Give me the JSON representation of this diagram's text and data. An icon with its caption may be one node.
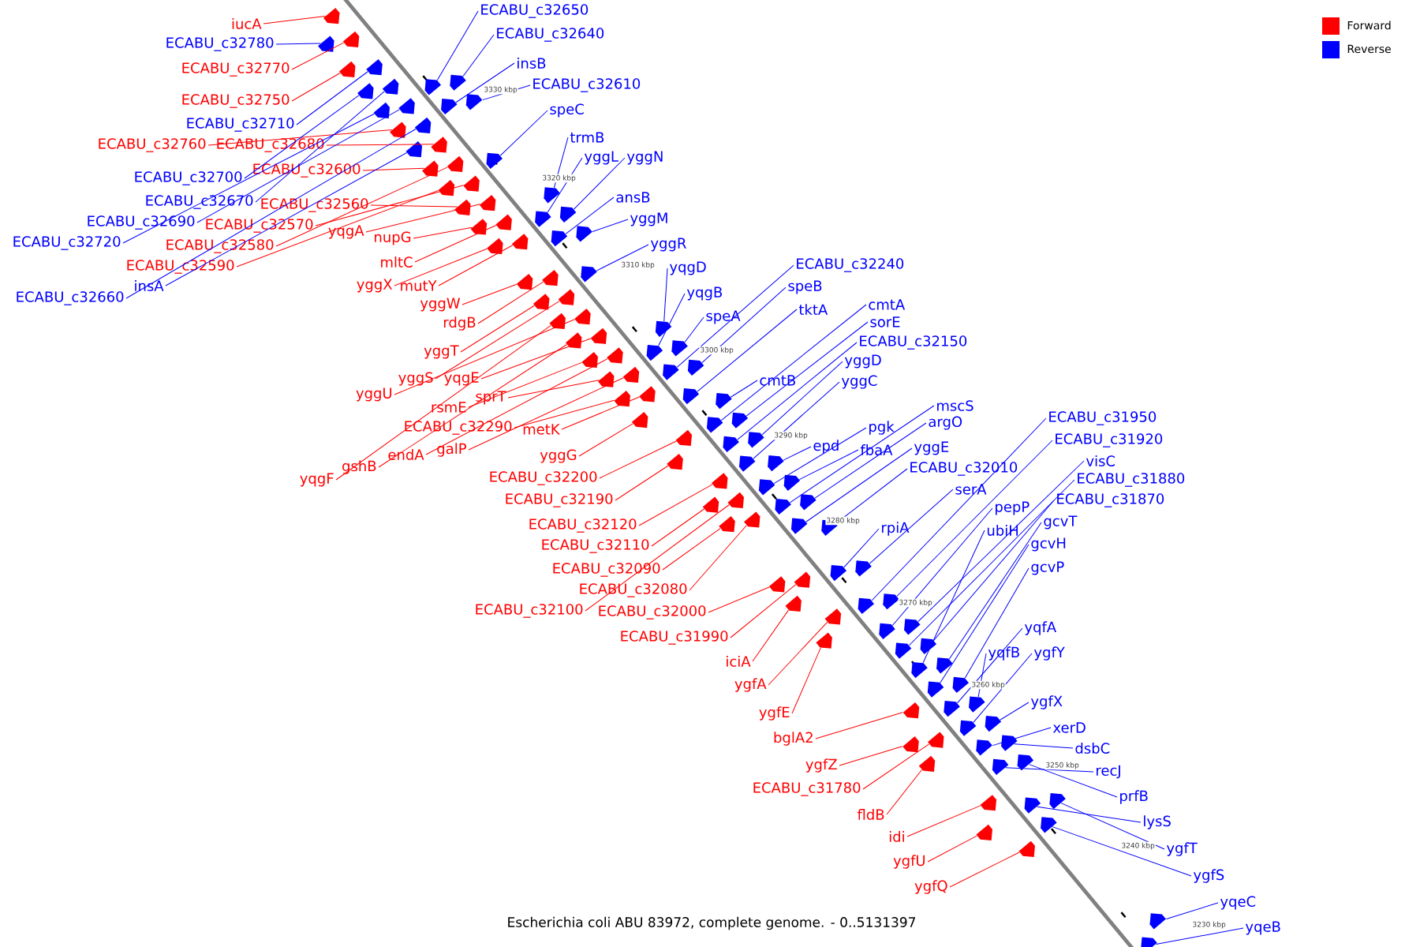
{
  "diagram": {
    "caption": "Escherichia coli ABU 83972, complete genome. - 0..5131397",
    "nodes": [
      {
        "text": [
          "iucA"
        ]
      },
      {
        "text": [
          "ECABU_c32780"
        ]
      },
      {
        "text": [
          "ECABU_c32770"
        ]
      },
      {
        "text": [
          "ECABU_c32750"
        ]
      },
      {
        "text": [
          "ECABU_c32710"
        ]
      },
      {
        "text": [
          "ECABU_c32760"
        ]
      },
      {
        "text": [
          "ECABU_c32680"
        ]
      },
      {
        "text": [
          "ECABU_c32700"
        ]
      },
      {
        "text": [
          "ECABU_c32600"
        ]
      },
      {
        "text": [
          "ECABU_c32670"
        ]
      },
      {
        "text": [
          "ECABU_c32560"
        ]
      },
      {
        "text": [
          "ECABU_c32690"
        ]
      },
      {
        "text": [
          "ECABU_c32570"
        ]
      },
      {
        "text": [
          "yqgA"
        ]
      },
      {
        "text": [
          "nupG"
        ]
      },
      {
        "text": [
          "ECABU_c32720"
        ]
      },
      {
        "text": [
          "ECABU_c32580"
        ]
      },
      {
        "text": [
          "mltC"
        ]
      },
      {
        "text": [
          "ECABU_c32590"
        ]
      },
      {
        "text": [
          "insA"
        ]
      },
      {
        "text": [
          "yggX"
        ]
      },
      {
        "text": [
          "mutY"
        ]
      },
      {
        "text": [
          "ECABU_c32660"
        ]
      },
      {
        "text": [
          "yggW"
        ]
      },
      {
        "text": [
          "rdgB"
        ]
      },
      {
        "text": [
          "yggT"
        ]
      },
      {
        "text": [
          "yggS"
        ]
      },
      {
        "text": [
          "yqgE"
        ]
      },
      {
        "text": [
          "yggU"
        ]
      },
      {
        "text": [
          "rsmE"
        ]
      },
      {
        "text": [
          "sprT"
        ]
      },
      {
        "text": [
          "ECABU_c32290"
        ]
      },
      {
        "text": [
          "metK"
        ]
      },
      {
        "text": [
          "yqgF"
        ]
      },
      {
        "text": [
          "gshB"
        ]
      },
      {
        "text": [
          "endA"
        ]
      },
      {
        "text": [
          "galP"
        ]
      },
      {
        "text": [
          "yggG"
        ]
      },
      {
        "text": [
          "ECABU_c32200"
        ]
      },
      {
        "text": [
          "ECABU_c32190"
        ]
      },
      {
        "text": [
          "ECABU_c32120"
        ]
      },
      {
        "text": [
          "ECABU_c32110"
        ]
      },
      {
        "text": [
          "ECABU_c32090"
        ]
      },
      {
        "text": [
          "ECABU_c32080"
        ]
      },
      {
        "text": [
          "ECABU_c32100"
        ]
      },
      {
        "text": [
          "ECABU_c32000"
        ]
      },
      {
        "text": [
          "ECABU_c31990"
        ]
      },
      {
        "text": [
          "iciA"
        ]
      },
      {
        "text": [
          "ygfA"
        ]
      },
      {
        "text": [
          "ygfE"
        ]
      },
      {
        "text": [
          "bglA2"
        ]
      },
      {
        "text": [
          "ygfZ"
        ]
      },
      {
        "text": [
          "ECABU_c31780"
        ]
      },
      {
        "text": [
          "fldB"
        ]
      },
      {
        "text": [
          "idi"
        ]
      },
      {
        "text": [
          "ygfU"
        ]
      },
      {
        "text": [
          "ygfQ"
        ]
      },
      {
        "text": [
          "ECABU_c32650"
        ]
      },
      {
        "text": [
          "ECABU_c32640"
        ]
      },
      {
        "text": [
          "insB"
        ]
      },
      {
        "text": [
          "ECABU_c32610"
        ]
      },
      {
        "text": [
          "speC"
        ]
      },
      {
        "text": [
          "trmB"
        ]
      },
      {
        "text": [
          "yggL"
        ]
      },
      {
        "text": [
          "yggN"
        ]
      },
      {
        "text": [
          "ansB"
        ]
      },
      {
        "text": [
          "yggM"
        ]
      },
      {
        "text": [
          "yggR"
        ]
      },
      {
        "text": [
          "yqgD"
        ]
      },
      {
        "text": [
          "yqgB"
        ]
      },
      {
        "text": [
          "speA"
        ]
      },
      {
        "text": [
          "ECABU_c32240"
        ]
      },
      {
        "text": [
          "speB"
        ]
      },
      {
        "text": [
          "tktA"
        ]
      },
      {
        "text": [
          "cmtA"
        ]
      },
      {
        "text": [
          "sorE"
        ]
      },
      {
        "text": [
          "ECABU_c32150"
        ]
      },
      {
        "text": [
          "yggD"
        ]
      },
      {
        "text": [
          "yggC"
        ]
      },
      {
        "text": [
          "cmtB"
        ]
      },
      {
        "text": [
          "mscS"
        ]
      },
      {
        "text": [
          "argO"
        ]
      },
      {
        "text": [
          "pgk"
        ]
      },
      {
        "text": [
          "epd"
        ]
      },
      {
        "text": [
          "fbaA"
        ]
      },
      {
        "text": [
          "yggE"
        ]
      },
      {
        "text": [
          "ECABU_c32010"
        ]
      },
      {
        "text": [
          "serA"
        ]
      },
      {
        "text": [
          "rpiA"
        ]
      },
      {
        "text": [
          "ECABU_c31950"
        ]
      },
      {
        "text": [
          "ECABU_c31920"
        ]
      },
      {
        "text": [
          "visC"
        ]
      },
      {
        "text": [
          "ECABU_c31880"
        ]
      },
      {
        "text": [
          "ECABU_c31870"
        ]
      },
      {
        "text": [
          "pepP"
        ]
      },
      {
        "text": [
          "ubiH"
        ]
      },
      {
        "text": [
          "gcvT"
        ]
      },
      {
        "text": [
          "gcvH"
        ]
      },
      {
        "text": [
          "gcvP"
        ]
      },
      {
        "text": [
          "yqfA"
        ]
      },
      {
        "text": [
          "yqfB"
        ]
      },
      {
        "text": [
          "ygfY"
        ]
      },
      {
        "text": [
          "ygfX"
        ]
      },
      {
        "text": [
          "xerD"
        ]
      },
      {
        "text": [
          "dsbC"
        ]
      },
      {
        "text": [
          "recJ"
        ]
      },
      {
        "text": [
          "prfB"
        ]
      },
      {
        "text": [
          "lysS"
        ]
      },
      {
        "text": [
          "ygfT"
        ]
      },
      {
        "text": [
          "ygfS"
        ]
      },
      {
        "text": [
          "yqeC"
        ]
      },
      {
        "text": [
          "yqeB"
        ]
      },
      {
        "text": [],
        "shape": "arrow"
      },
      {
        "text": [],
        "shape": "arrow"
      },
      {
        "text": [],
        "shape": "arrow"
      },
      {
        "text": [],
        "shape": "arrow"
      },
      {
        "text": [],
        "shape": "arrow"
      },
      {
        "text": [],
        "shape": "arrow"
      },
      {
        "text": [],
        "shape": "arrow"
      },
      {
        "text": [],
        "shape": "arrow"
      },
      {
        "text": [],
        "shape": "arrow"
      },
      {
        "text": [],
        "shape": "arrow"
      },
      {
        "text": [],
        "shape": "arrow"
      },
      {
        "text": [],
        "shape": "arrow"
      },
      {
        "text": [],
        "shape": "arrow"
      },
      {
        "text": [],
        "shape": "arrow"
      },
      {
        "text": [],
        "shape": "arrow"
      },
      {
        "text": [],
        "shape": "arrow"
      },
      {
        "text": [],
        "shape": "arrow"
      },
      {
        "text": [],
        "shape": "arrow"
      },
      {
        "text": [],
        "shape": "arrow"
      },
      {
        "text": [],
        "shape": "arrow"
      },
      {
        "text": [],
        "shape": "arrow"
      },
      {
        "text": [],
        "shape": "arrow"
      },
      {
        "text": [],
        "shape": "arrow"
      },
      {
        "text": [],
        "shape": "arrow"
      },
      {
        "text": [],
        "shape": "arrow"
      },
      {
        "text": [],
        "shape": "arrow"
      },
      {
        "text": [],
        "shape": "arrow"
      },
      {
        "text": [],
        "shape": "arrow"
      },
      {
        "text": [],
        "shape": "arrow"
      },
      {
        "text": [],
        "shape": "arrow"
      },
      {
        "text": [],
        "shape": "arrow"
      },
      {
        "text": [],
        "shape": "arrow"
      },
      {
        "text": [],
        "shape": "arrow"
      },
      {
        "text": [],
        "shape": "arrow"
      },
      {
        "text": [],
        "shape": "arrow"
      },
      {
        "text": [],
        "shape": "arrow"
      },
      {
        "text": [],
        "shape": "arrow"
      },
      {
        "text": [],
        "shape": "arrow"
      },
      {
        "text": [],
        "shape": "arrow"
      },
      {
        "text": [],
        "shape": "arrow"
      },
      {
        "text": [],
        "shape": "arrow"
      },
      {
        "text": [],
        "shape": "arrow"
      },
      {
        "text": [],
        "shape": "arrow"
      },
      {
        "text": [],
        "shape": "arrow"
      },
      {
        "text": [],
        "shape": "arrow"
      },
      {
        "text": [],
        "shape": "arrow"
      },
      {
        "text": [],
        "shape": "arrow"
      },
      {
        "text": [],
        "shape": "arrow"
      },
      {
        "text": [],
        "shape": "arrow"
      },
      {
        "text": [],
        "shape": "arrow"
      },
      {
        "text": [],
        "shape": "arrow"
      },
      {
        "text": [],
        "shape": "arrow"
      },
      {
        "text": [],
        "shape": "arrow"
      },
      {
        "text": [],
        "shape": "arrow"
      },
      {
        "text": [],
        "shape": "arrow"
      },
      {
        "text": [],
        "shape": "arrow"
      },
      {
        "text": [],
        "shape": "arrow"
      },
      {
        "text": [],
        "shape": "arrow"
      },
      {
        "text": [],
        "shape": "arrow"
      },
      {
        "text": [],
        "shape": "arrow"
      },
      {
        "text": [],
        "shape": "arrow"
      },
      {
        "text": [],
        "shape": "arrow"
      },
      {
        "text": [],
        "shape": "arrow"
      },
      {
        "text": [],
        "shape": "arrow"
      },
      {
        "text": [],
        "shape": "arrow"
      },
      {
        "text": [],
        "shape": "arrow"
      },
      {
        "text": [],
        "shape": "arrow"
      },
      {
        "text": [],
        "shape": "arrow"
      },
      {
        "text": [],
        "shape": "arrow"
      },
      {
        "text": [],
        "shape": "arrow"
      },
      {
        "text": [],
        "shape": "arrow"
      },
      {
        "text": [],
        "shape": "arrow"
      },
      {
        "text": [],
        "shape": "arrow"
      },
      {
        "text": [],
        "shape": "arrow"
      },
      {
        "text": [],
        "shape": "arrow"
      },
      {
        "text": [],
        "shape": "arrow"
      },
      {
        "text": [],
        "shape": "arrow"
      },
      {
        "text": [],
        "shape": "arrow"
      },
      {
        "text": [],
        "shape": "arrow"
      },
      {
        "text": [],
        "shape": "arrow"
      },
      {
        "text": [],
        "shape": "arrow"
      },
      {
        "text": [],
        "shape": "arrow"
      },
      {
        "text": [],
        "shape": "arrow"
      },
      {
        "text": [],
        "shape": "arrow"
      },
      {
        "text": [],
        "shape": "arrow"
      },
      {
        "text": [],
        "shape": "arrow"
      },
      {
        "text": [],
        "shape": "arrow"
      },
      {
        "text": [],
        "shape": "arrow"
      },
      {
        "text": [],
        "shape": "arrow"
      },
      {
        "text": [],
        "shape": "arrow"
      },
      {
        "text": [],
        "shape": "arrow"
      },
      {
        "text": [],
        "shape": "arrow"
      },
      {
        "text": [],
        "shape": "arrow"
      },
      {
        "text": [],
        "shape": "arrow"
      },
      {
        "text": [],
        "shape": "arrow"
      },
      {
        "text": [],
        "shape": "arrow"
      },
      {
        "text": [],
        "shape": "arrow"
      },
      {
        "text": [],
        "shape": "arrow"
      },
      {
        "text": [],
        "shape": "arrow"
      },
      {
        "text": [],
        "shape": "arrow"
      },
      {
        "text": [],
        "shape": "arrow"
      },
      {
        "text": [],
        "shape": "arrow"
      },
      {
        "text": [],
        "shape": "arrow"
      },
      {
        "text": [],
        "shape": "arrow"
      },
      {
        "text": [],
        "shape": "arrow"
      },
      {
        "text": [],
        "shape": "arrow"
      },
      {
        "text": [],
        "shape": "arrow"
      },
      {
        "text": [],
        "shape": "arrow"
      },
      {
        "text": [],
        "shape": "arrow"
      },
      {
        "text": [],
        "shape": "arrow"
      },
      {
        "text": [],
        "shape": "arrow"
      },
      {
        "text": [],
        "shape": "arrow"
      }
    ],
    "edges": [
      {
        "from": 0,
        "to": 112,
        "arrow": "none",
        "color": "#ff0000"
      },
      {
        "from": 1,
        "to": 113,
        "arrow": "none",
        "color": "#0000ff"
      },
      {
        "from": 2,
        "to": 114,
        "arrow": "none",
        "color": "#ff0000"
      },
      {
        "from": 3,
        "to": 115,
        "arrow": "none",
        "color": "#ff0000"
      },
      {
        "from": 4,
        "to": 116,
        "arrow": "none",
        "color": "#0000ff"
      },
      {
        "from": 5,
        "to": 117,
        "arrow": "none",
        "color": "#ff0000"
      },
      {
        "from": 6,
        "to": 118,
        "arrow": "none",
        "color": "#ff0000"
      },
      {
        "from": 7,
        "to": 119,
        "arrow": "none",
        "color": "#0000ff"
      },
      {
        "from": 8,
        "to": 120,
        "arrow": "none",
        "color": "#ff0000"
      },
      {
        "from": 9,
        "to": 121,
        "arrow": "none",
        "color": "#0000ff"
      },
      {
        "from": 10,
        "to": 122,
        "arrow": "none",
        "color": "#ff0000"
      },
      {
        "from": 11,
        "to": 123,
        "arrow": "none",
        "color": "#0000ff"
      },
      {
        "from": 12,
        "to": 124,
        "arrow": "none",
        "color": "#ff0000"
      },
      {
        "from": 13,
        "to": 125,
        "arrow": "none",
        "color": "#ff0000"
      },
      {
        "from": 14,
        "to": 126,
        "arrow": "none",
        "color": "#ff0000"
      },
      {
        "from": 15,
        "to": 127,
        "arrow": "none",
        "color": "#0000ff"
      },
      {
        "from": 16,
        "to": 128,
        "arrow": "none",
        "color": "#ff0000"
      },
      {
        "from": 17,
        "to": 129,
        "arrow": "none",
        "color": "#ff0000"
      },
      {
        "from": 18,
        "to": 130,
        "arrow": "none",
        "color": "#ff0000"
      },
      {
        "from": 19,
        "to": 131,
        "arrow": "none",
        "color": "#0000ff"
      },
      {
        "from": 20,
        "to": 132,
        "arrow": "none",
        "color": "#ff0000"
      },
      {
        "from": 21,
        "to": 133,
        "arrow": "none",
        "color": "#ff0000"
      },
      {
        "from": 22,
        "to": 134,
        "arrow": "none",
        "color": "#0000ff"
      },
      {
        "from": 23,
        "to": 135,
        "arrow": "none",
        "color": "#ff0000"
      },
      {
        "from": 24,
        "to": 136,
        "arrow": "none",
        "color": "#ff0000"
      },
      {
        "from": 25,
        "to": 137,
        "arrow": "none",
        "color": "#ff0000"
      },
      {
        "from": 26,
        "to": 138,
        "arrow": "none",
        "color": "#ff0000"
      },
      {
        "from": 27,
        "to": 139,
        "arrow": "none",
        "color": "#ff0000"
      },
      {
        "from": 28,
        "to": 140,
        "arrow": "none",
        "color": "#ff0000"
      },
      {
        "from": 29,
        "to": 141,
        "arrow": "none",
        "color": "#ff0000"
      },
      {
        "from": 30,
        "to": 142,
        "arrow": "none",
        "color": "#ff0000"
      },
      {
        "from": 31,
        "to": 143,
        "arrow": "none",
        "color": "#ff0000"
      },
      {
        "from": 32,
        "to": 144,
        "arrow": "none",
        "color": "#ff0000"
      },
      {
        "from": 33,
        "to": 145,
        "arrow": "none",
        "color": "#ff0000"
      },
      {
        "from": 34,
        "to": 146,
        "arrow": "none",
        "color": "#ff0000"
      },
      {
        "from": 35,
        "to": 147,
        "arrow": "none",
        "color": "#ff0000"
      },
      {
        "from": 36,
        "to": 148,
        "arrow": "none",
        "color": "#ff0000"
      },
      {
        "from": 37,
        "to": 149,
        "arrow": "none",
        "color": "#ff0000"
      },
      {
        "from": 38,
        "to": 150,
        "arrow": "none",
        "color": "#ff0000"
      },
      {
        "from": 39,
        "to": 151,
        "arrow": "none",
        "color": "#ff0000"
      },
      {
        "from": 40,
        "to": 152,
        "arrow": "none",
        "color": "#ff0000"
      },
      {
        "from": 41,
        "to": 153,
        "arrow": "none",
        "color": "#ff0000"
      },
      {
        "from": 42,
        "to": 154,
        "arrow": "none",
        "color": "#ff0000"
      },
      {
        "from": 43,
        "to": 155,
        "arrow": "none",
        "color": "#ff0000"
      },
      {
        "from": 44,
        "to": 156,
        "arrow": "none",
        "color": "#ff0000"
      },
      {
        "from": 45,
        "to": 157,
        "arrow": "none",
        "color": "#ff0000"
      },
      {
        "from": 46,
        "to": 158,
        "arrow": "none",
        "color": "#ff0000"
      },
      {
        "from": 47,
        "to": 159,
        "arrow": "none",
        "color": "#ff0000"
      },
      {
        "from": 48,
        "to": 160,
        "arrow": "none",
        "color": "#ff0000"
      },
      {
        "from": 49,
        "to": 161,
        "arrow": "none",
        "color": "#ff0000"
      },
      {
        "from": 50,
        "to": 162,
        "arrow": "none",
        "color": "#ff0000"
      },
      {
        "from": 51,
        "to": 163,
        "arrow": "none",
        "color": "#ff0000"
      },
      {
        "from": 52,
        "to": 164,
        "arrow": "none",
        "color": "#ff0000"
      },
      {
        "from": 53,
        "to": 165,
        "arrow": "none",
        "color": "#ff0000"
      },
      {
        "from": 54,
        "to": 166,
        "arrow": "none",
        "color": "#ff0000"
      },
      {
        "from": 55,
        "to": 167,
        "arrow": "none",
        "color": "#ff0000"
      },
      {
        "from": 56,
        "to": 168,
        "arrow": "none",
        "color": "#ff0000"
      },
      {
        "from": 57,
        "to": 169,
        "arrow": "none",
        "color": "#0000ff"
      },
      {
        "from": 58,
        "to": 170,
        "arrow": "none",
        "color": "#0000ff"
      },
      {
        "from": 59,
        "to": 171,
        "arrow": "none",
        "color": "#0000ff"
      },
      {
        "from": 60,
        "to": 172,
        "arrow": "none",
        "color": "#0000ff"
      },
      {
        "from": 61,
        "to": 173,
        "arrow": "none",
        "color": "#0000ff"
      },
      {
        "from": 62,
        "to": 174,
        "arrow": "none",
        "color": "#0000ff"
      },
      {
        "from": 63,
        "to": 175,
        "arrow": "none",
        "color": "#0000ff"
      },
      {
        "from": 64,
        "to": 176,
        "arrow": "none",
        "color": "#0000ff"
      },
      {
        "from": 65,
        "to": 177,
        "arrow": "none",
        "color": "#0000ff"
      },
      {
        "from": 66,
        "to": 178,
        "arrow": "none",
        "color": "#0000ff"
      },
      {
        "from": 67,
        "to": 179,
        "arrow": "none",
        "color": "#0000ff"
      },
      {
        "from": 68,
        "to": 180,
        "arrow": "none",
        "color": "#0000ff"
      },
      {
        "from": 69,
        "to": 181,
        "arrow": "none",
        "color": "#0000ff"
      },
      {
        "from": 70,
        "to": 182,
        "arrow": "none",
        "color": "#0000ff"
      },
      {
        "from": 71,
        "to": 183,
        "arrow": "none",
        "color": "#0000ff"
      },
      {
        "from": 72,
        "to": 184,
        "arrow": "none",
        "color": "#0000ff"
      },
      {
        "from": 73,
        "to": 185,
        "arrow": "none",
        "color": "#0000ff"
      },
      {
        "from": 74,
        "to": 186,
        "arrow": "none",
        "color": "#0000ff"
      },
      {
        "from": 75,
        "to": 187,
        "arrow": "none",
        "color": "#0000ff"
      },
      {
        "from": 76,
        "to": 188,
        "arrow": "none",
        "color": "#0000ff"
      },
      {
        "from": 77,
        "to": 189,
        "arrow": "none",
        "color": "#0000ff"
      },
      {
        "from": 78,
        "to": 190,
        "arrow": "none",
        "color": "#0000ff"
      },
      {
        "from": 79,
        "to": 191,
        "arrow": "none",
        "color": "#0000ff"
      },
      {
        "from": 80,
        "to": 192,
        "arrow": "none",
        "color": "#0000ff"
      },
      {
        "from": 81,
        "to": 193,
        "arrow": "none",
        "color": "#0000ff"
      },
      {
        "from": 82,
        "to": 194,
        "arrow": "none",
        "color": "#0000ff"
      },
      {
        "from": 83,
        "to": 195,
        "arrow": "none",
        "color": "#0000ff"
      },
      {
        "from": 84,
        "to": 196,
        "arrow": "none",
        "color": "#0000ff"
      },
      {
        "from": 85,
        "to": 197,
        "arrow": "none",
        "color": "#0000ff"
      },
      {
        "from": 86,
        "to": 198,
        "arrow": "none",
        "color": "#0000ff"
      },
      {
        "from": 87,
        "to": 199,
        "arrow": "none",
        "color": "#0000ff"
      },
      {
        "from": 88,
        "to": 200,
        "arrow": "none",
        "color": "#0000ff"
      },
      {
        "from": 89,
        "to": 201,
        "arrow": "none",
        "color": "#0000ff"
      },
      {
        "from": 90,
        "to": 202,
        "arrow": "none",
        "color": "#0000ff"
      },
      {
        "from": 91,
        "to": 203,
        "arrow": "none",
        "color": "#0000ff"
      },
      {
        "from": 92,
        "to": 204,
        "arrow": "none",
        "color": "#0000ff"
      },
      {
        "from": 93,
        "to": 205,
        "arrow": "none",
        "color": "#0000ff"
      },
      {
        "from": 94,
        "to": 206,
        "arrow": "none",
        "color": "#0000ff"
      },
      {
        "from": 95,
        "to": 207,
        "arrow": "none",
        "color": "#0000ff"
      },
      {
        "from": 96,
        "to": 208,
        "arrow": "none",
        "color": "#0000ff"
      },
      {
        "from": 97,
        "to": 209,
        "arrow": "none",
        "color": "#0000ff"
      },
      {
        "from": 98,
        "to": 210,
        "arrow": "none",
        "color": "#0000ff"
      },
      {
        "from": 99,
        "to": 211,
        "arrow": "none",
        "color": "#0000ff"
      },
      {
        "from": 100,
        "to": 212,
        "arrow": "none",
        "color": "#0000ff"
      },
      {
        "from": 101,
        "to": 213,
        "arrow": "none",
        "color": "#0000ff"
      },
      {
        "from": 102,
        "to": 214,
        "arrow": "none",
        "color": "#0000ff"
      },
      {
        "from": 103,
        "to": 215,
        "arrow": "none",
        "color": "#0000ff"
      },
      {
        "from": 104,
        "to": 216,
        "arrow": "none",
        "color": "#0000ff"
      },
      {
        "from": 105,
        "to": 217,
        "arrow": "none",
        "color": "#0000ff"
      },
      {
        "from": 106,
        "to": 218,
        "arrow": "none",
        "color": "#0000ff"
      },
      {
        "from": 107,
        "to": 219,
        "arrow": "none",
        "color": "#0000ff"
      },
      {
        "from": 108,
        "to": 220,
        "arrow": "none",
        "color": "#0000ff"
      },
      {
        "from": 109,
        "to": 221,
        "arrow": "none",
        "color": "#0000ff"
      },
      {
        "from": 110,
        "to": 222,
        "arrow": "none",
        "color": "#0000ff"
      },
      {
        "from": 111,
        "to": 223,
        "arrow": "none",
        "color": "#0000ff"
      }
    ],
    "labels": [
      "3330 kbp",
      "3320 kbp",
      "3310 kbp",
      "3300 kbp",
      "3290 kbp",
      "3280 kbp",
      "3270 kbp",
      "3260 kbp",
      "3250 kbp",
      "3240 kbp",
      "3230 kbp"
    ],
    "legend": [
      {
        "text": "Forward",
        "color": "#ff0000"
      },
      {
        "text": "Reverse",
        "color": "#0000ff"
      }
    ]
  }
}
